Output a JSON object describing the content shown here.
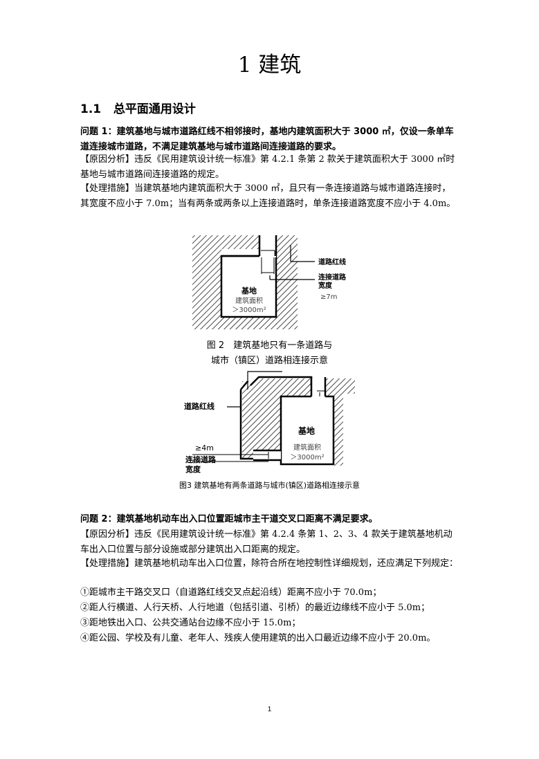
{
  "title": "1 建筑",
  "section": {
    "number": "1.1",
    "title": "总平面通用设计"
  },
  "issue1": {
    "heading": "问题 1：建筑基地与城市道路红线不相邻接时，基地内建筑面积大于 3000 ㎡，仅设一条单车道连接城市道路，不满足建筑基地与城市道路间连接道路的要求。",
    "analysis": "【原因分析】违反《民用建筑设计统一标准》第 4.2.1 条第 2 款关于建筑面积大于 3000 ㎡时基地与城市道路间连接道路的规定。",
    "measures": "【处理措施】当建筑基地内建筑面积大于 3000 ㎡，且只有一条连接道路与城市道路连接时，其宽度不应小于 7.0m；当有两条或两条以上连接道路时，单条连接道路宽度不应小于 4.0m。"
  },
  "figure2": {
    "labels": {
      "red_line": "道路红线",
      "road_width_1": "连接道路",
      "road_width_2": "宽度",
      "width_value": "≥7m",
      "site": "基地",
      "area_label": "建筑面积",
      "area_value": "＞3000m²"
    },
    "caption_line1": "图 2　建筑基地只有一条道路与",
    "caption_line2": "城市（镇区）道路相连接示意"
  },
  "figure3": {
    "labels": {
      "red_line": "道路红线",
      "site": "基地",
      "width_value": "≥4m",
      "road_width_1": "连接道路",
      "road_width_2": "宽度",
      "area_label": "建筑面积",
      "area_value": "＞3000m²"
    },
    "caption": "图3 建筑基地有两条道路与城市(镇区)道路相连接示意"
  },
  "issue2": {
    "heading": "问题 2：建筑基地机动车出入口位置距城市主干道交叉口距离不满足要求。",
    "analysis": "【原因分析】违反《民用建筑设计统一标准》第 4.2.4 条第 1、2、3、4 款关于建筑基地机动车出入口位置与部分设施或部分建筑出入口距离的规定。",
    "measures": "【处理措施】建筑基地机动车出入口位置，除符合所在地控制性详细规划，还应满足下列规定：",
    "items": [
      "①距城市主干路交叉口（自道路红线交叉点起沿线）距离不应小于 70.0m；",
      "②距人行横道、人行天桥、人行地道（包括引道、引桥）的最近边缘线不应小于 5.0m；",
      "③距地铁出入口、公共交通站台边缘不应小于 15.0m；",
      "④距公园、学校及有儿童、老年人、残疾人使用建筑的出入口最近边缘不应小于 20.0m。"
    ]
  },
  "page_number": "1"
}
